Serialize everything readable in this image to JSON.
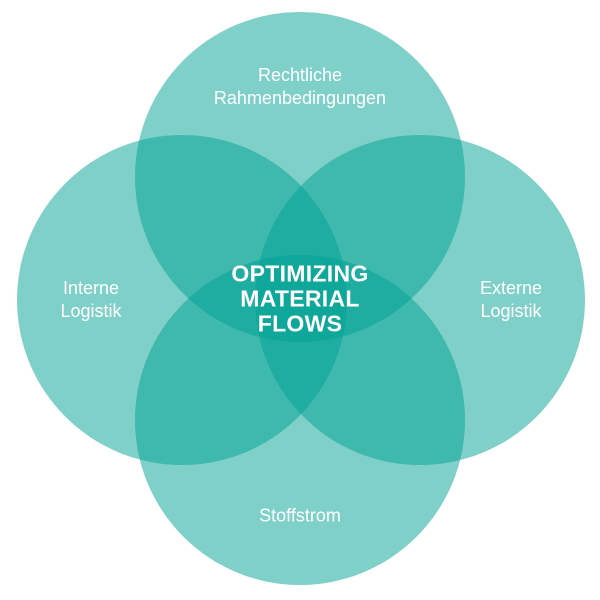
{
  "colors": {
    "circle_fill": "#00a294",
    "background": "#ffffff",
    "text": "#ffffff"
  },
  "center_label": [
    "OPTIMIZING",
    "MATERIAL",
    "FLOWS"
  ],
  "circles": [
    {
      "id": "top",
      "label": [
        "Rechtliche",
        "Rahmenbedingungen"
      ]
    },
    {
      "id": "left",
      "label": [
        "Interne",
        "Logistik"
      ]
    },
    {
      "id": "right",
      "label": [
        "Externe",
        "Logistik"
      ]
    },
    {
      "id": "bottom",
      "label": [
        "Stoffstrom"
      ]
    }
  ]
}
